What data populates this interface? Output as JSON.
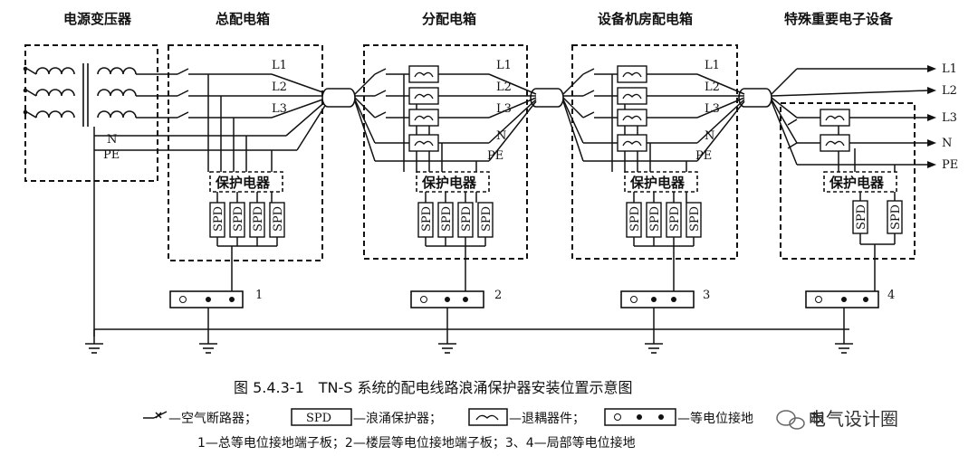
{
  "headers": {
    "transformer": "电源变压器",
    "main_box": "总配电箱",
    "dist_box": "分配电箱",
    "room_box": "设备机房配电箱",
    "equip": "特殊重要电子设备"
  },
  "lines": {
    "l1": "L1",
    "l2": "L2",
    "l3": "L3",
    "n": "N",
    "pe": "PE"
  },
  "protector": "保护电器",
  "spd": "SPD",
  "terminals": [
    "1",
    "2",
    "3",
    "4"
  ],
  "caption": "图 5.4.3-1　TN-S 系统的配电线路浪涌保护器安装位置示意图",
  "legend": {
    "breaker": "—空气断路器；",
    "spd": "—浪涌保护器；",
    "decoupler": "—退耦器件；",
    "bonding": "—等电位接地",
    "bonding_tail": "板",
    "notes": "1—总等电位接地端子板；2—楼层等电位接地端子板；3、4—局部等电位接地"
  },
  "watermark": "电气设计圈"
}
